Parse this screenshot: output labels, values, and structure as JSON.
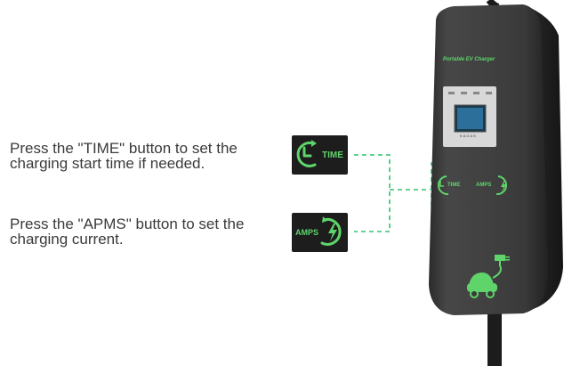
{
  "instructions": {
    "time": {
      "line1": "Press the \"TIME\" button to set the",
      "line2": "charging start time if needed."
    },
    "amps": {
      "line1": "Press the \"APMS\" button to set the",
      "line2": "charging current."
    }
  },
  "icons": {
    "time_badge_label": "TIME",
    "amps_badge_label": "AMPS"
  },
  "device": {
    "brand_label": "Portable EV Charger",
    "display_brand": "KAGAS",
    "time_button_label": "TIME",
    "amps_button_label": "AMPS"
  },
  "colors": {
    "accent_green": "#5ed46a",
    "connector_line": "#33c26b",
    "device_body": "#3b3b3b",
    "text": "#3a3a3a"
  }
}
